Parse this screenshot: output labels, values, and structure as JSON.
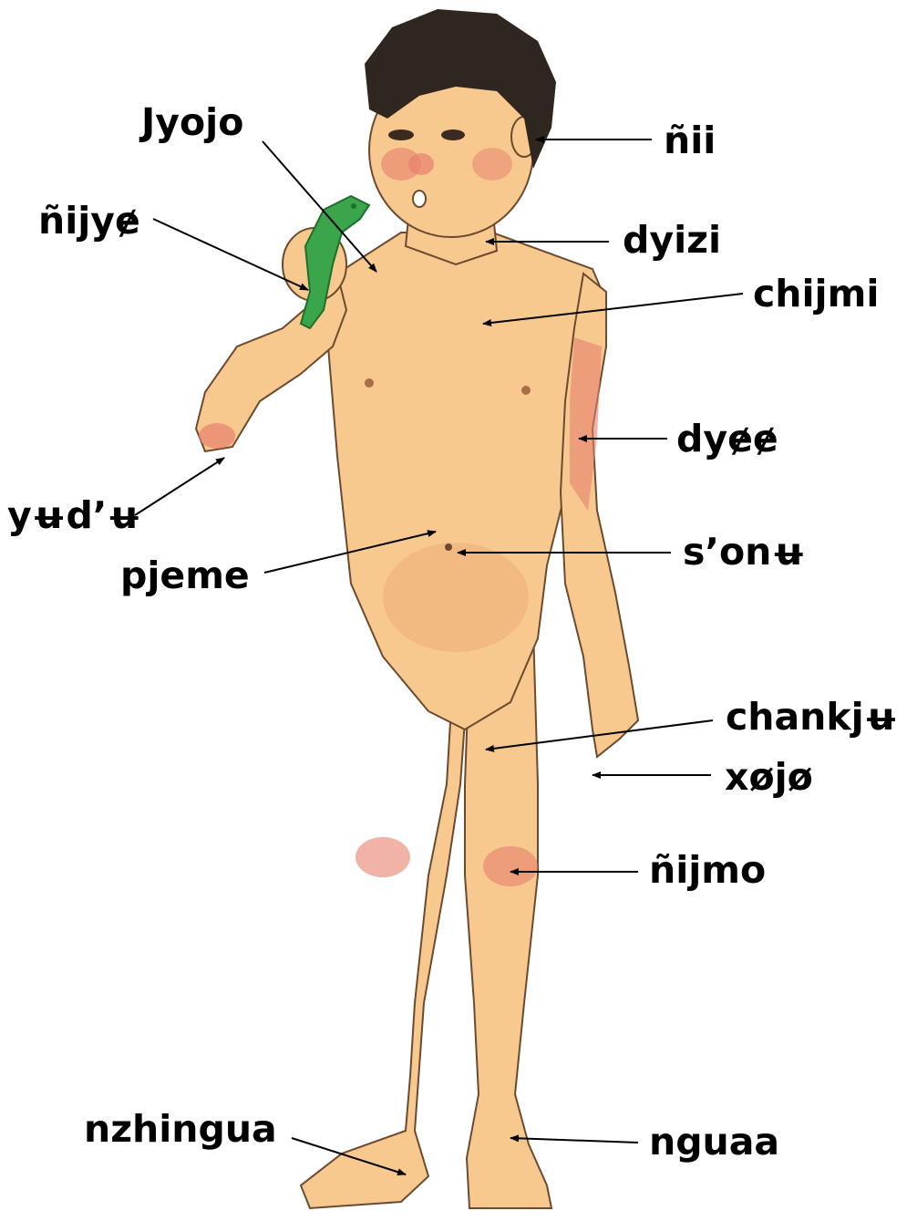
{
  "colors": {
    "skin": "#f8c98f",
    "skin_shade": "#f0b27a",
    "blush": "#e8806c",
    "hair": "#2f2620",
    "outline": "#6b4a2f",
    "lizard": "#3aa54a",
    "lizard_dark": "#1f6f2c",
    "text": "#000000",
    "leader": "#000000"
  },
  "labels": {
    "jyojo": "Jyojo",
    "nii": "ñii",
    "nijye": "ñijyɇ",
    "dyizi": "dyizi",
    "chijmi": "chijmi",
    "dyee": "dyɇɇ",
    "yudu": "yʉd’ʉ",
    "pjeme": "pjeme",
    "sonu": "s’onʉ",
    "chankju": "chankjʉ",
    "xojo": "xøjø",
    "nijmo": "ñijmo",
    "nzhingua": "nzhingua",
    "nguaa": "nguaa"
  }
}
